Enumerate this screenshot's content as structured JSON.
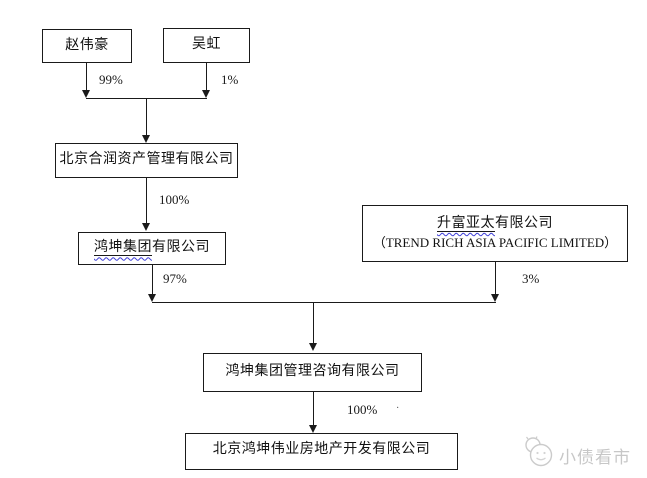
{
  "diagram": {
    "title": "ownership-structure",
    "nodes": {
      "zhao": "赵伟豪",
      "wu": "吴虹",
      "herun": "北京合润资产管理有限公司",
      "hongkun_group": {
        "underlined": "鸿坤集团",
        "rest": "有限公司"
      },
      "trend_rich": {
        "underlined": "升富亚太",
        "rest": "有限公司",
        "en": "（TREND RICH ASIA PACIFIC LIMITED）"
      },
      "consulting": "鸿坤集团管理咨询有限公司",
      "weiye": "北京鸿坤伟业房地产开发有限公司"
    },
    "percentages": {
      "zhao_to_herun": "99%",
      "wu_to_herun": "1%",
      "herun_to_group": "100%",
      "group_to_consulting": "97%",
      "trend_to_consulting": "3%",
      "consulting_to_weiye": "100%"
    },
    "stray_mark": "·"
  },
  "watermark": {
    "text": "小债看市",
    "logo": "chat-bubbles-icon"
  },
  "colors": {
    "line": "#1a1a1a",
    "box_border": "#1a1a1a",
    "text": "#111111",
    "wavy_underline": "#3b3bd6",
    "watermark": "#c7c7c7"
  }
}
